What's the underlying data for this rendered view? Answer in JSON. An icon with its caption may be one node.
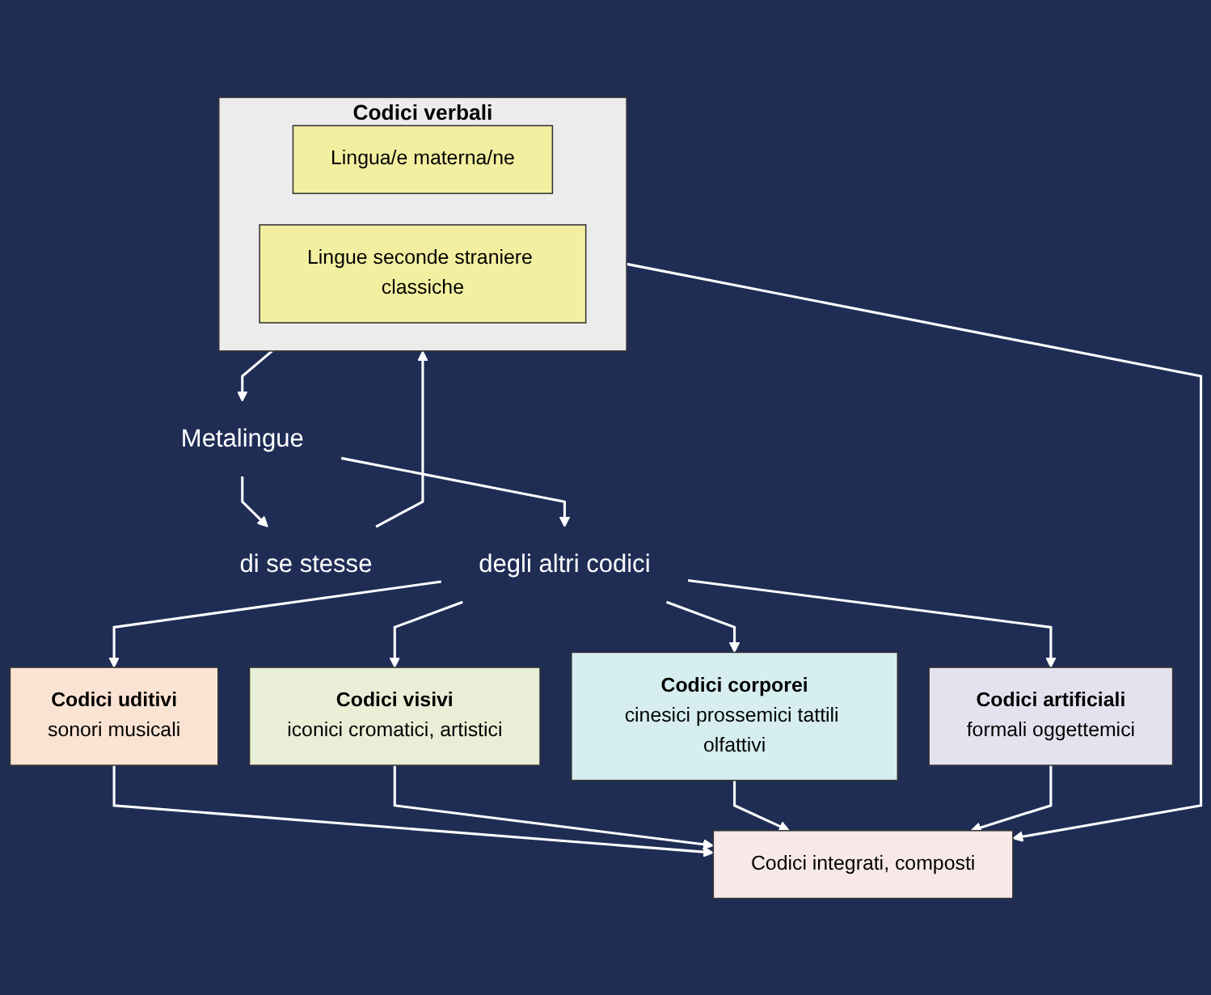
{
  "diagram": {
    "nodes": [
      {
        "text": [
          "Codici verbali"
        ]
      },
      {
        "text": [
          "Lingua/e materna/ne"
        ],
        "in": 0
      },
      {
        "text": [
          "Lingue seconde straniere classiche"
        ],
        "in": 0
      },
      {
        "text": [
          "Metalingue"
        ]
      },
      {
        "text": [
          "di se stesse"
        ]
      },
      {
        "text": [
          "degli altri codici"
        ]
      },
      {
        "text": [
          "Codici uditivi",
          "sonori musicali"
        ]
      },
      {
        "text": [
          "Codici visivi",
          "iconici cromatici, artistici"
        ]
      },
      {
        "text": [
          "Codici corporei",
          "cinesici prossemici tattili olfattivi"
        ]
      },
      {
        "text": [
          "Codici artificiali",
          "formali oggettemici"
        ]
      },
      {
        "text": [
          "Codici integrati, composti"
        ]
      }
    ],
    "edges": [
      {
        "from": 0,
        "to": 3,
        "arrow": "to"
      },
      {
        "from": 3,
        "to": 4,
        "arrow": "to"
      },
      {
        "from": 3,
        "to": 5,
        "arrow": "to"
      },
      {
        "from": 4,
        "to": 0,
        "arrow": "to"
      },
      {
        "from": 5,
        "to": 6,
        "arrow": "to"
      },
      {
        "from": 5,
        "to": 7,
        "arrow": "to"
      },
      {
        "from": 5,
        "to": 8,
        "arrow": "to"
      },
      {
        "from": 5,
        "to": 9,
        "arrow": "to"
      },
      {
        "from": 0,
        "to": 10,
        "arrow": "to"
      },
      {
        "from": 6,
        "to": 10,
        "arrow": "to"
      },
      {
        "from": 7,
        "to": 10,
        "arrow": "to"
      },
      {
        "from": 8,
        "to": 10,
        "arrow": "to"
      },
      {
        "from": 9,
        "to": 10,
        "arrow": "to"
      }
    ]
  }
}
